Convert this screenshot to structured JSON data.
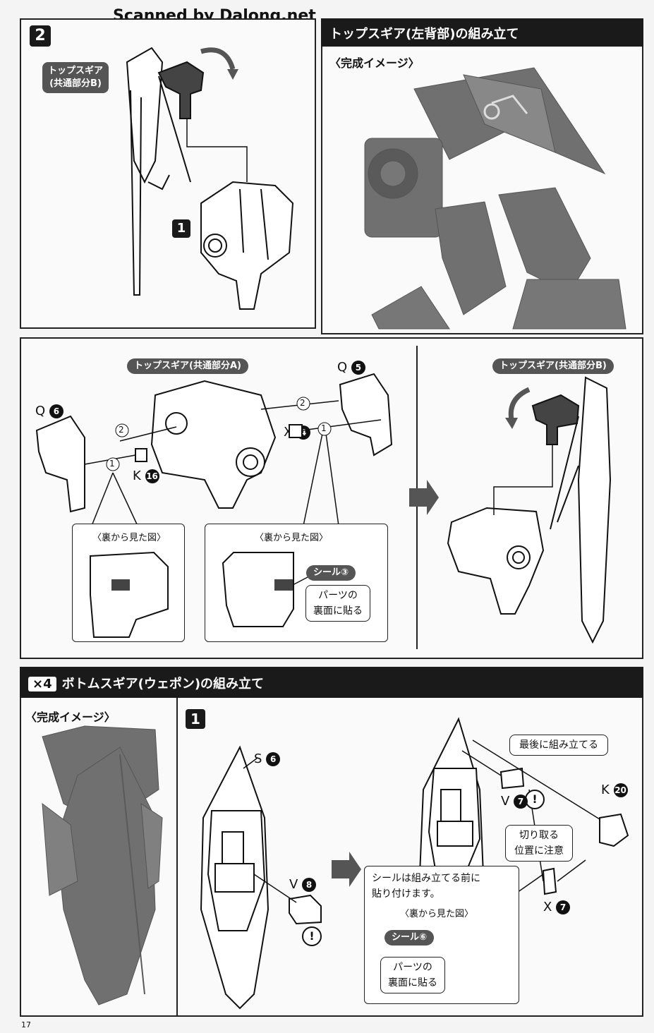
{
  "watermark": "Scanned by Dalong.net",
  "page_number": "17",
  "section_top": {
    "step_label": "2",
    "part_tag": "トップスギア\n(共通部分B)",
    "substep": "1"
  },
  "section_top_right": {
    "header_title": "トップスギア(左背部)の組み立て",
    "completed_label": "〈完成イメージ〉"
  },
  "section_middle": {
    "tag_common_a": "トップスギア(共通部分A)",
    "tag_common_b": "トップスギア(共通部分B)",
    "part_q6_letter": "Q",
    "part_q6_num": "6",
    "part_q5_letter": "Q",
    "part_q5_num": "5",
    "part_x4_letter": "X",
    "part_x4_num": "4",
    "part_k16_letter": "K",
    "part_k16_num": "16",
    "order_1": "1",
    "order_2": "2",
    "back_view_left": "〈裏から見た図〉",
    "back_view_right": "〈裏から見た図〉",
    "seal_3": "シール③",
    "stick_note": "パーツの\n裏面に貼る"
  },
  "section_bottom": {
    "header_multiplier": "×4",
    "header_title": "ボトムスギア(ウェポン)の組み立て",
    "completed_label": "〈完成イメージ〉",
    "step_label": "1",
    "part_s6_letter": "S",
    "part_s6_num": "6",
    "part_v8_letter": "V",
    "part_v8_num": "8",
    "part_v7_letter": "V",
    "part_v7_num": "7",
    "part_k20_letter": "K",
    "part_k20_num": "20",
    "part_x7_letter": "X",
    "part_x7_num": "7",
    "assemble_last": "最後に組み立てる",
    "cut_note": "切り取る\n位置に注意",
    "seal_note": "シールは組み立てる前に\n貼り付けます。",
    "back_view": "〈裏から見た図〉",
    "seal_6": "シール⑥",
    "stick_note": "パーツの\n裏面に貼る",
    "caution_mark": "!"
  },
  "colors": {
    "ink": "#111111",
    "paper": "#f4f4f4",
    "header_bg": "#1a1a1a",
    "tag_bg": "#555555",
    "render_gray": "#6f6f6f"
  }
}
